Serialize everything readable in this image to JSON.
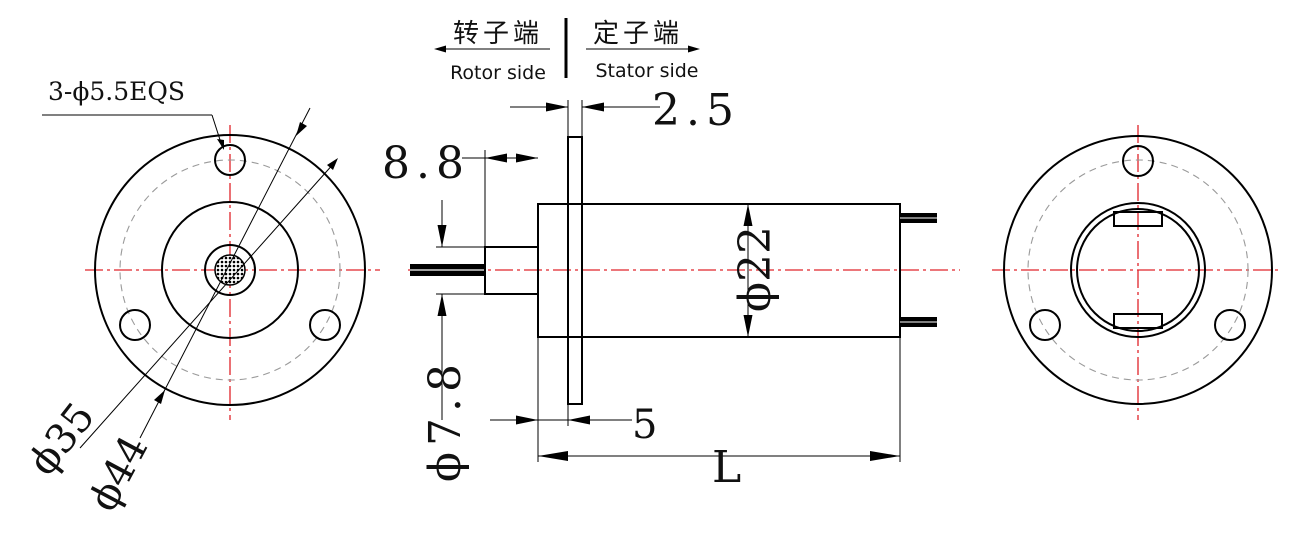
{
  "header": {
    "rotor_zh": "转子端",
    "stator_zh": "定子端",
    "rotor_en": "Rotor side",
    "stator_en": "Stator side"
  },
  "dimensions": {
    "holes": "3-ϕ5.5EQS",
    "d35": "ϕ35",
    "d44": "ϕ44",
    "flange_thickness": "2.5",
    "shaft_length": "8.8",
    "shaft_diameter": "ϕ7.8",
    "body_diameter": "ϕ22",
    "flange_offset": "5",
    "length": "L"
  },
  "colors": {
    "center_line": "#e0242a",
    "hidden_line": "#9a9a9a",
    "object_line": "#000000"
  }
}
